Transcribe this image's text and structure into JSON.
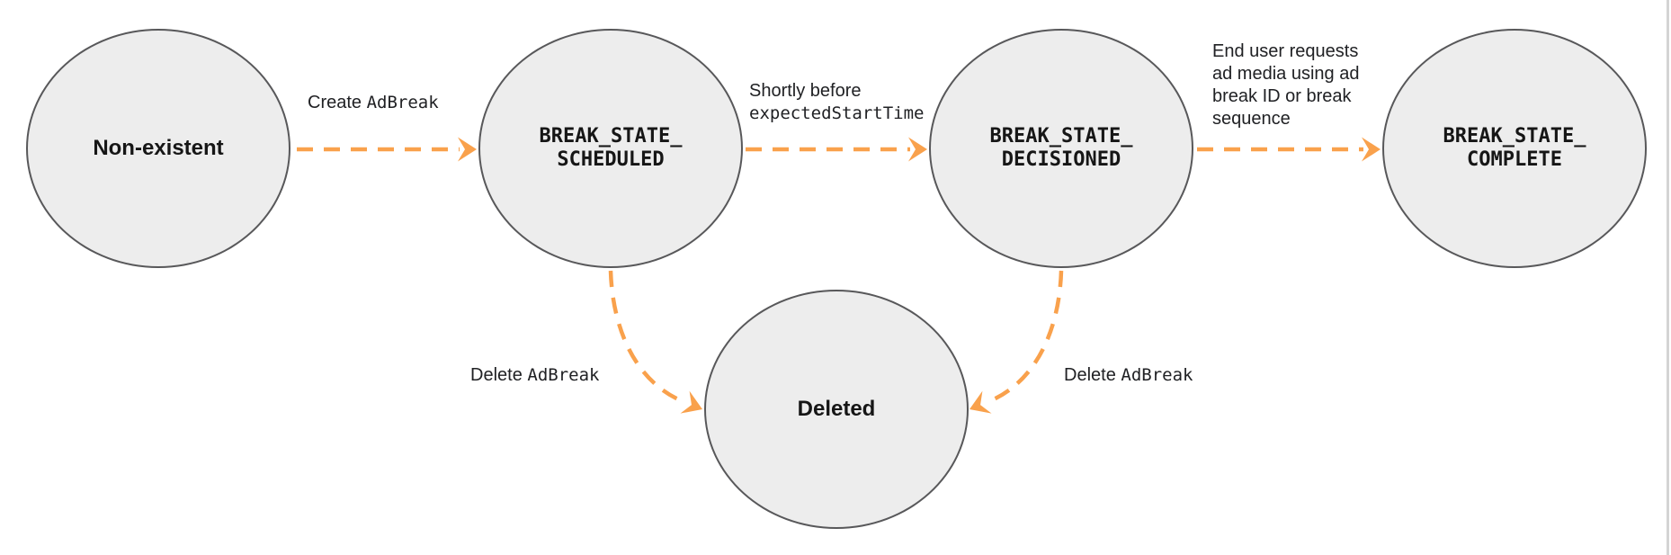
{
  "diagram_type": "state-transition-diagram",
  "colors": {
    "arrow": "#F9A14C",
    "node_fill": "#EDEDED",
    "node_border": "#58585A",
    "text": "#202124",
    "page_edge_line": "#D4D4D4"
  },
  "nodes": [
    {
      "id": "non-existent",
      "line1": "Non-existent",
      "line2": "",
      "style": "plain"
    },
    {
      "id": "break-state-scheduled",
      "line1": "BREAK_STATE_",
      "line2": "SCHEDULED",
      "style": "code"
    },
    {
      "id": "break-state-decisioned",
      "line1": "BREAK_STATE_",
      "line2": "DECISIONED",
      "style": "code"
    },
    {
      "id": "break-state-complete",
      "line1": "BREAK_STATE_",
      "line2": "COMPLETE",
      "style": "code"
    },
    {
      "id": "deleted",
      "line1": "Deleted",
      "line2": "",
      "style": "plain"
    }
  ],
  "transitions": [
    {
      "id": "create-adbreak",
      "from": "non-existent",
      "to": "break-state-scheduled",
      "label_plain": "Create",
      "label_code": "AdBreak"
    },
    {
      "id": "shortly-before-expected-start-time",
      "from": "break-state-scheduled",
      "to": "break-state-decisioned",
      "label_plain": "Shortly before",
      "label_code": "expectedStartTime"
    },
    {
      "id": "end-user-requests-ad-media",
      "from": "break-state-decisioned",
      "to": "break-state-complete",
      "label_lines": [
        "End user requests",
        "ad media using ad",
        "break ID or break",
        "sequence"
      ]
    },
    {
      "id": "delete-adbreak-from-scheduled",
      "from": "break-state-scheduled",
      "to": "deleted",
      "label_plain": "Delete",
      "label_code": "AdBreak"
    },
    {
      "id": "delete-adbreak-from-decisioned",
      "from": "break-state-decisioned",
      "to": "deleted",
      "label_plain": "Delete",
      "label_code": "AdBreak"
    }
  ]
}
